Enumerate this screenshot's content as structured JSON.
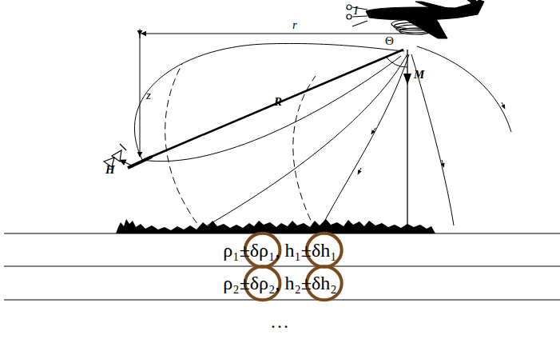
{
  "diagram": {
    "nodes": [
      {
        "text": [
          "ρ₁±δρ₁, h₁±δh₁"
        ]
      },
      {
        "text": [
          "ρ₂±δρ₂, h₂±δh₂"
        ]
      }
    ],
    "labels": [
      "r",
      "I",
      "z",
      "R",
      "Θ",
      "M",
      "H",
      "…"
    ]
  }
}
